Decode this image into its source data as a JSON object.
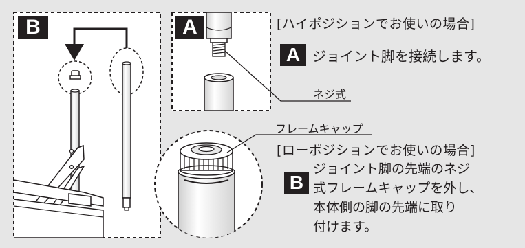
{
  "panel_b_letter": "B",
  "panel_a_letter": "A",
  "high_position": {
    "heading": "[ハイポジションでお使いの場合]",
    "badge": "A",
    "instruction": "ジョイント脚を接続します。"
  },
  "low_position": {
    "heading": "[ローポジションでお使いの場合]",
    "badge": "B",
    "instruction_lines": [
      "ジョイント脚の先端のネジ",
      "式フレームキャップを外し、",
      "本体側の脚の先端に取り",
      "付けます。"
    ]
  },
  "callouts": {
    "screw_type": "ネジ式",
    "frame_cap": "フレームキャップ"
  },
  "colors": {
    "background": "#e6e6e6",
    "ink": "#231f20",
    "white": "#ffffff"
  }
}
